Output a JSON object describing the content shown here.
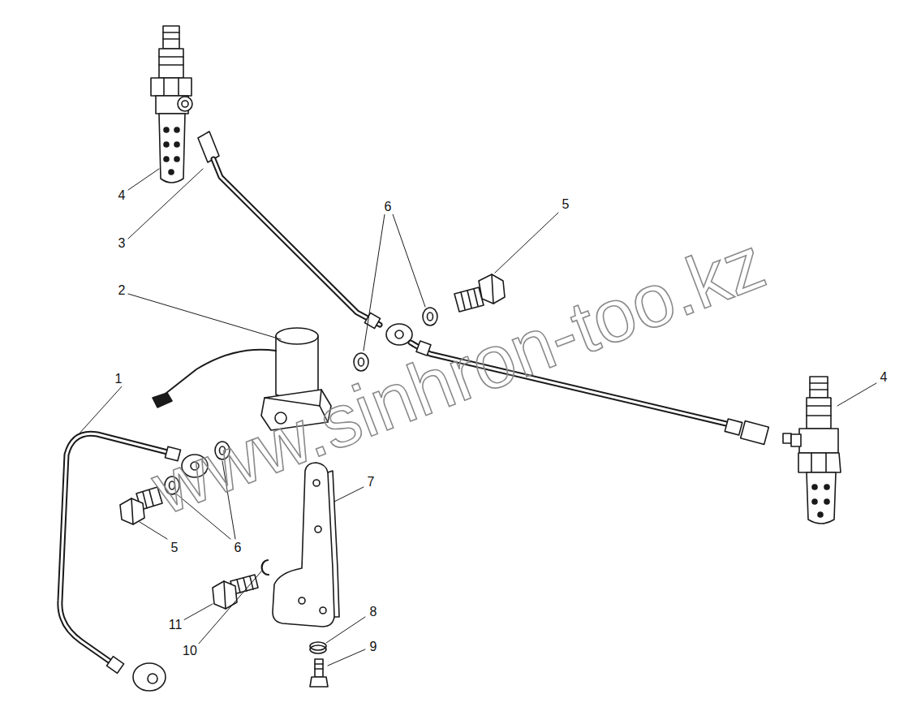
{
  "diagram": {
    "labels": [
      "4",
      "3",
      "6",
      "5",
      "2",
      "1",
      "4",
      "7",
      "5",
      "6",
      "11",
      "8",
      "10",
      "9",
      "www.sinhron-too.kz"
    ]
  }
}
